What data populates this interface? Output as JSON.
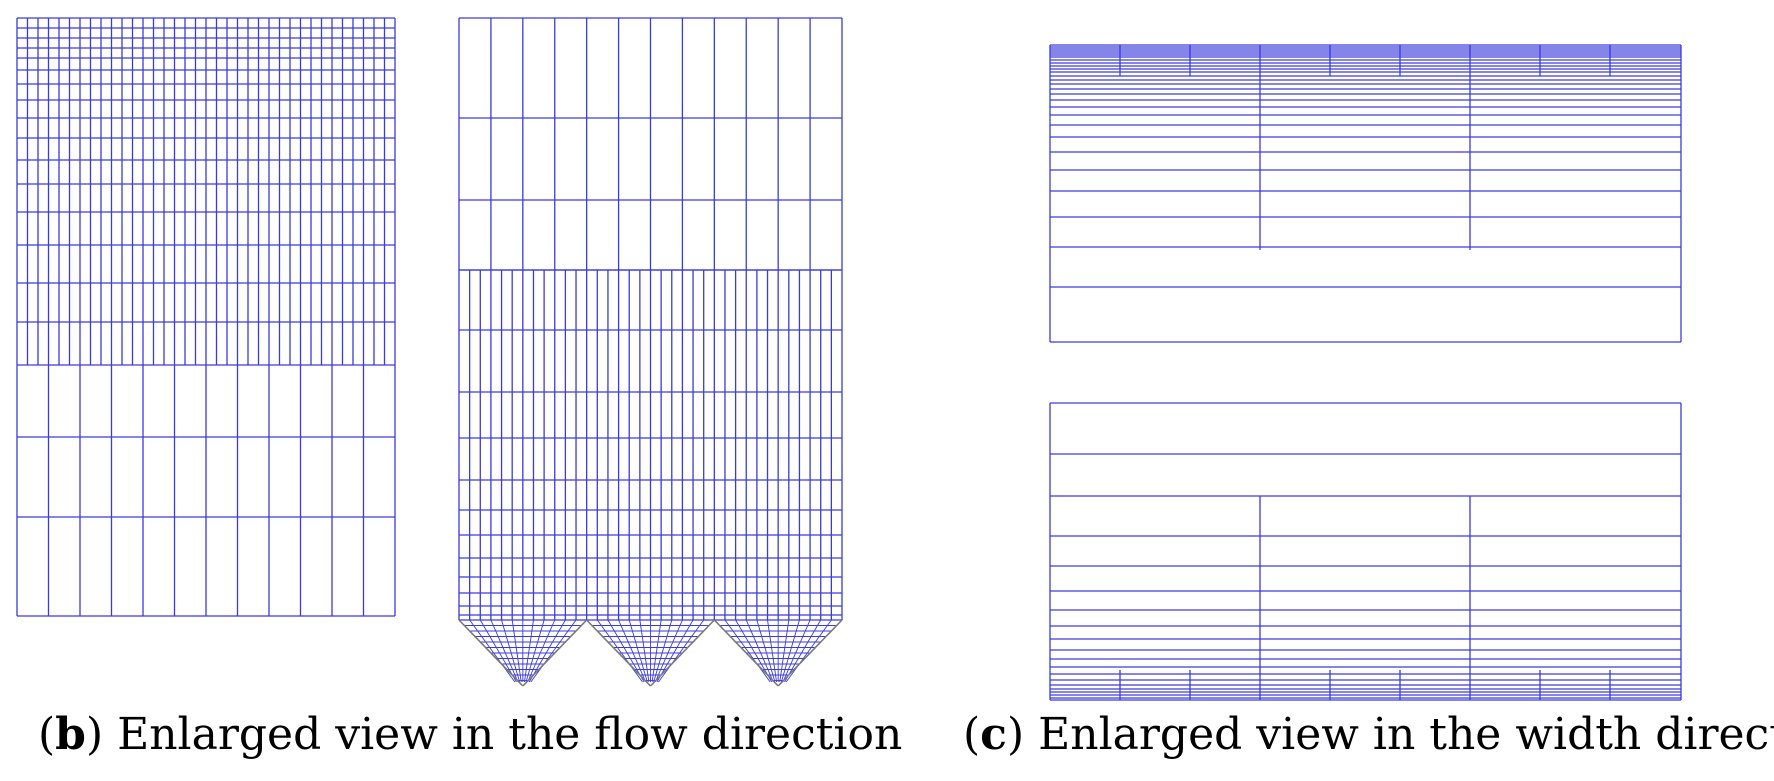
{
  "captions": {
    "b": {
      "letter": "b",
      "text": ") Enlarged view in the flow direction"
    },
    "c": {
      "letter": "c",
      "text": ") Enlarged view in the width direction"
    }
  },
  "colors": {
    "mesh": "#3b3bdc",
    "hopper_edge": "#7a7a7a",
    "background": "#ffffff"
  }
}
